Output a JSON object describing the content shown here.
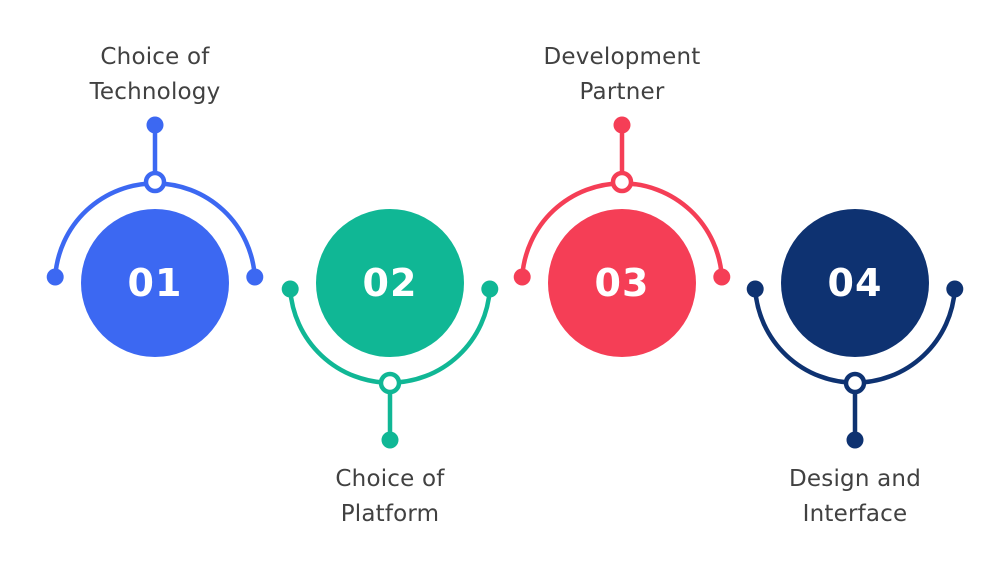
{
  "infographic": {
    "background_color": "#ffffff",
    "label_text_color": "#414141",
    "number_text_color": "#ffffff",
    "steps": [
      {
        "number": "01",
        "label": [
          "Choice of",
          "Technology"
        ],
        "color": "#3C68F2",
        "label_position": "top"
      },
      {
        "number": "02",
        "label": [
          "Choice of",
          "Platform"
        ],
        "color": "#10B795",
        "label_position": "bottom"
      },
      {
        "number": "03",
        "label": [
          "Development",
          "Partner"
        ],
        "color": "#F53E56",
        "label_position": "top"
      },
      {
        "number": "04",
        "label": [
          "Design and",
          "Interface"
        ],
        "color": "#0E3271",
        "label_position": "bottom"
      }
    ]
  }
}
